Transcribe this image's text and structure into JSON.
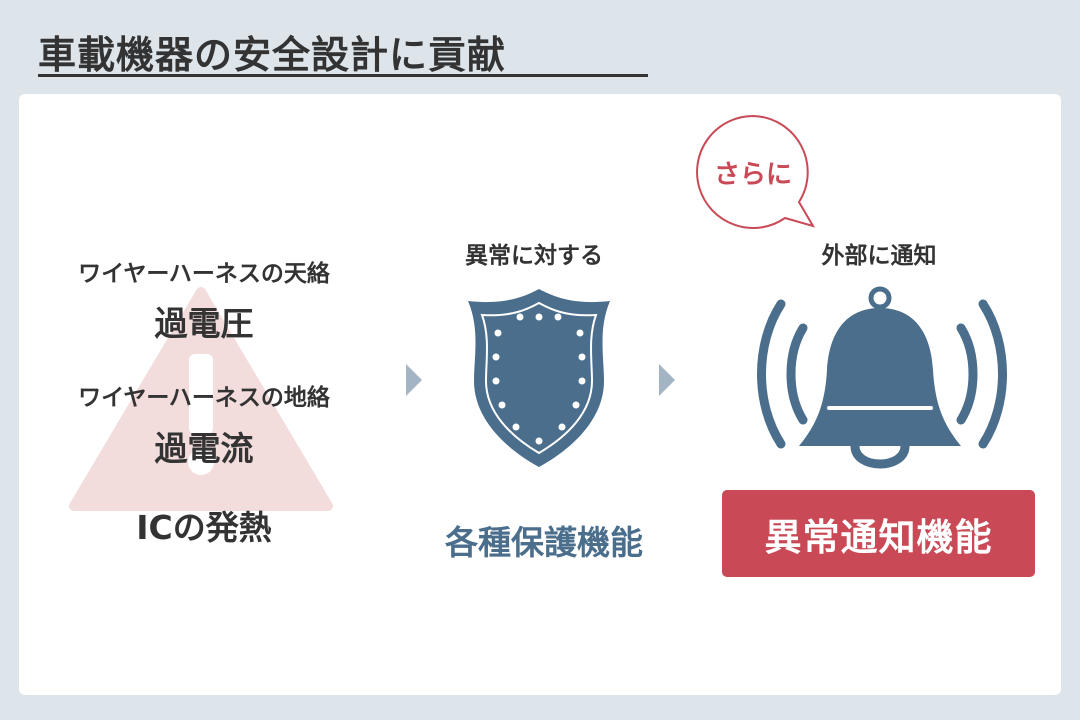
{
  "title": "車載機器の安全設計に貢献",
  "left": {
    "item1_caption": "ワイヤーハーネスの天絡",
    "item1_value": "過電圧",
    "item2_caption": "ワイヤーハーネスの地絡",
    "item2_value": "過電流",
    "item3_value": "ICの発熱",
    "icon": "warning-triangle-icon"
  },
  "middle": {
    "caption": "異常に対する",
    "label": "各種保護機能",
    "icon": "shield-icon"
  },
  "right": {
    "speech_bubble": "さらに",
    "caption": "外部に通知",
    "label": "異常通知機能",
    "icon": "bell-icon"
  },
  "colors": {
    "background": "#dde4ea",
    "card": "#ffffff",
    "text": "#333333",
    "blue": "#4a6e8c",
    "red": "#c94a56",
    "warning_fill": "#f2dcdc",
    "arrow": "#a3b5c4"
  }
}
